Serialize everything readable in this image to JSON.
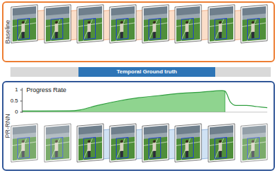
{
  "diagram": {
    "nodes": [
      {
        "text": [
          "Baseline"
        ]
      },
      {
        "text": [
          "Temporal Ground truth"
        ]
      },
      {
        "text": [
          "PR-RNN"
        ]
      },
      {
        "text": [
          "Progress Rate"
        ],
        "in": 2
      }
    ],
    "labels": [
      "1",
      "0.5",
      "0"
    ]
  }
}
